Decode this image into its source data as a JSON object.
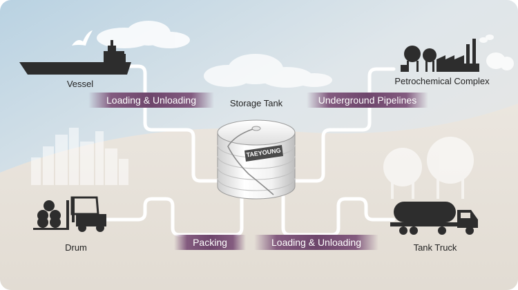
{
  "nodes": {
    "vessel": "Vessel",
    "petrochemical": "Petrochemical Complex",
    "storage_tank": "Storage Tank",
    "drum": "Drum",
    "tank_truck": "Tank Truck"
  },
  "flows": {
    "top_left": "Loading & Unloading",
    "top_right": "Underground Pipelines",
    "bottom_left": "Packing",
    "bottom_right": "Loading & Unloading"
  },
  "brand": "TAEYOUNG",
  "colors": {
    "silhouette": "#2d2d2d",
    "pipe": "#ffffff",
    "badge": "#7a5576",
    "sky": "#c9dbe6",
    "ground": "#e7e1d9"
  }
}
